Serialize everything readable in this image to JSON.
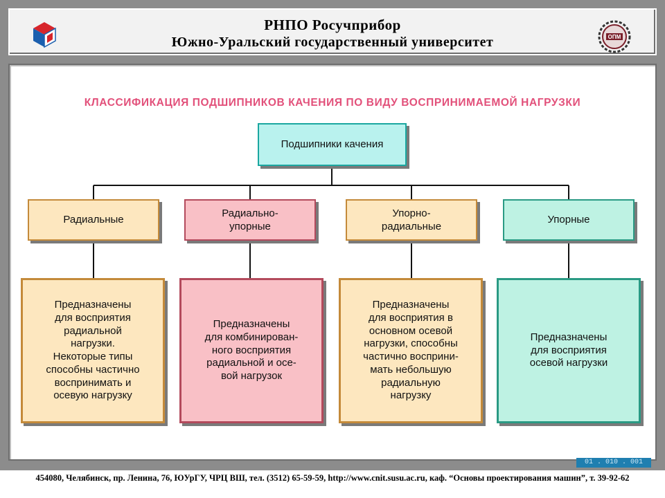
{
  "header": {
    "line1": "РНПО Росучприбор",
    "line2": "Южно-Уральский государственный университет",
    "left_logo_icon": "cube-logo-icon",
    "right_logo_icon": "gear-emblem-icon",
    "right_logo_text": "ОПМ"
  },
  "diagram": {
    "title": "КЛАССИФИКАЦИЯ  ПОДШИПНИКОВ КАЧЕНИЯ  ПО ВИДУ ВОСПРИНИМАЕМОЙ НАГРУЗКИ",
    "root": "Подшипники качения",
    "categories": [
      {
        "lines": [
          "Радиальные"
        ]
      },
      {
        "lines": [
          "Радиально-",
          "упорные"
        ]
      },
      {
        "lines": [
          "Упорно-",
          "радиальные"
        ]
      },
      {
        "lines": [
          "Упорные"
        ]
      }
    ],
    "descriptions": [
      {
        "lines": [
          "Предназначены",
          "для восприятия",
          "радиальной",
          "нагрузки.",
          "Некоторые типы",
          "способны частично",
          "воспринимать и",
          "осевую нагрузку"
        ]
      },
      {
        "lines": [
          "Предназначены",
          "для комбинирован-",
          "ного  восприятия",
          "радиальной  и осе-",
          "вой  нагрузок"
        ]
      },
      {
        "lines": [
          "Предназначены",
          "для  восприятия  в",
          "основном осевой",
          "нагрузки, способны",
          "частично восприни-",
          "мать небольшую",
          "радиальную",
          "нагрузку"
        ]
      },
      {
        "lines": [
          "Предназначены",
          "для восприятия",
          "осевой нагрузки"
        ]
      }
    ],
    "colors": {
      "title": "#e2507a",
      "root_fill": "#b9f2ee",
      "orange_fill": "#fde7bf",
      "pink_fill": "#f9c0c6",
      "teal_fill": "#bef2e3"
    }
  },
  "code_label": "01 . 010 . 001",
  "footer": "454080, Челябинск, пр. Ленина, 76, ЮУрГУ, ЧРЦ ВШ, тел. (3512) 65-59-59, http://www.cnit.susu.ac.ru, каф. “Основы проектирования машин”, т. 39-92-62"
}
